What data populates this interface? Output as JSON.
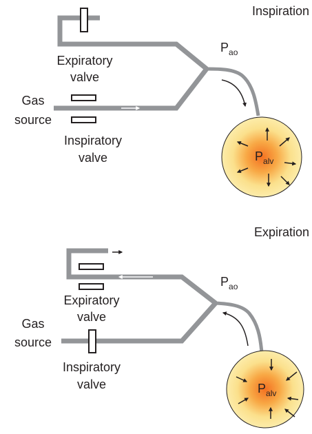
{
  "panels": [
    {
      "phase_title": "Inspiration",
      "pressure_airway": "P",
      "pressure_airway_sub": "ao",
      "pressure_alveolar": "P",
      "pressure_alveolar_sub": "alv",
      "expiratory_valve_label_line1": "Expiratory",
      "expiratory_valve_label_line2": "valve",
      "inspiratory_valve_label_line1": "Inspiratory",
      "inspiratory_valve_label_line2": "valve",
      "gas_source_label_line1": "Gas",
      "gas_source_label_line2": "source",
      "expiratory_valve_state": "closed",
      "inspiratory_valve_state": "open",
      "alveolar_arrows": "outward"
    },
    {
      "phase_title": "Expiration",
      "pressure_airway": "P",
      "pressure_airway_sub": "ao",
      "pressure_alveolar": "P",
      "pressure_alveolar_sub": "alv",
      "expiratory_valve_label_line1": "Expiratory",
      "expiratory_valve_label_line2": "valve",
      "inspiratory_valve_label_line1": "Inspiratory",
      "inspiratory_valve_label_line2": "valve",
      "gas_source_label_line1": "Gas",
      "gas_source_label_line2": "source",
      "expiratory_valve_state": "open",
      "inspiratory_valve_state": "closed",
      "alveolar_arrows": "inward"
    }
  ],
  "colors": {
    "tubing": "#939598",
    "alveolus_outer": "#fbe79a",
    "alveolus_mid": "#f8b44a",
    "alveolus_center": "#f37021",
    "ink": "#231f20"
  }
}
